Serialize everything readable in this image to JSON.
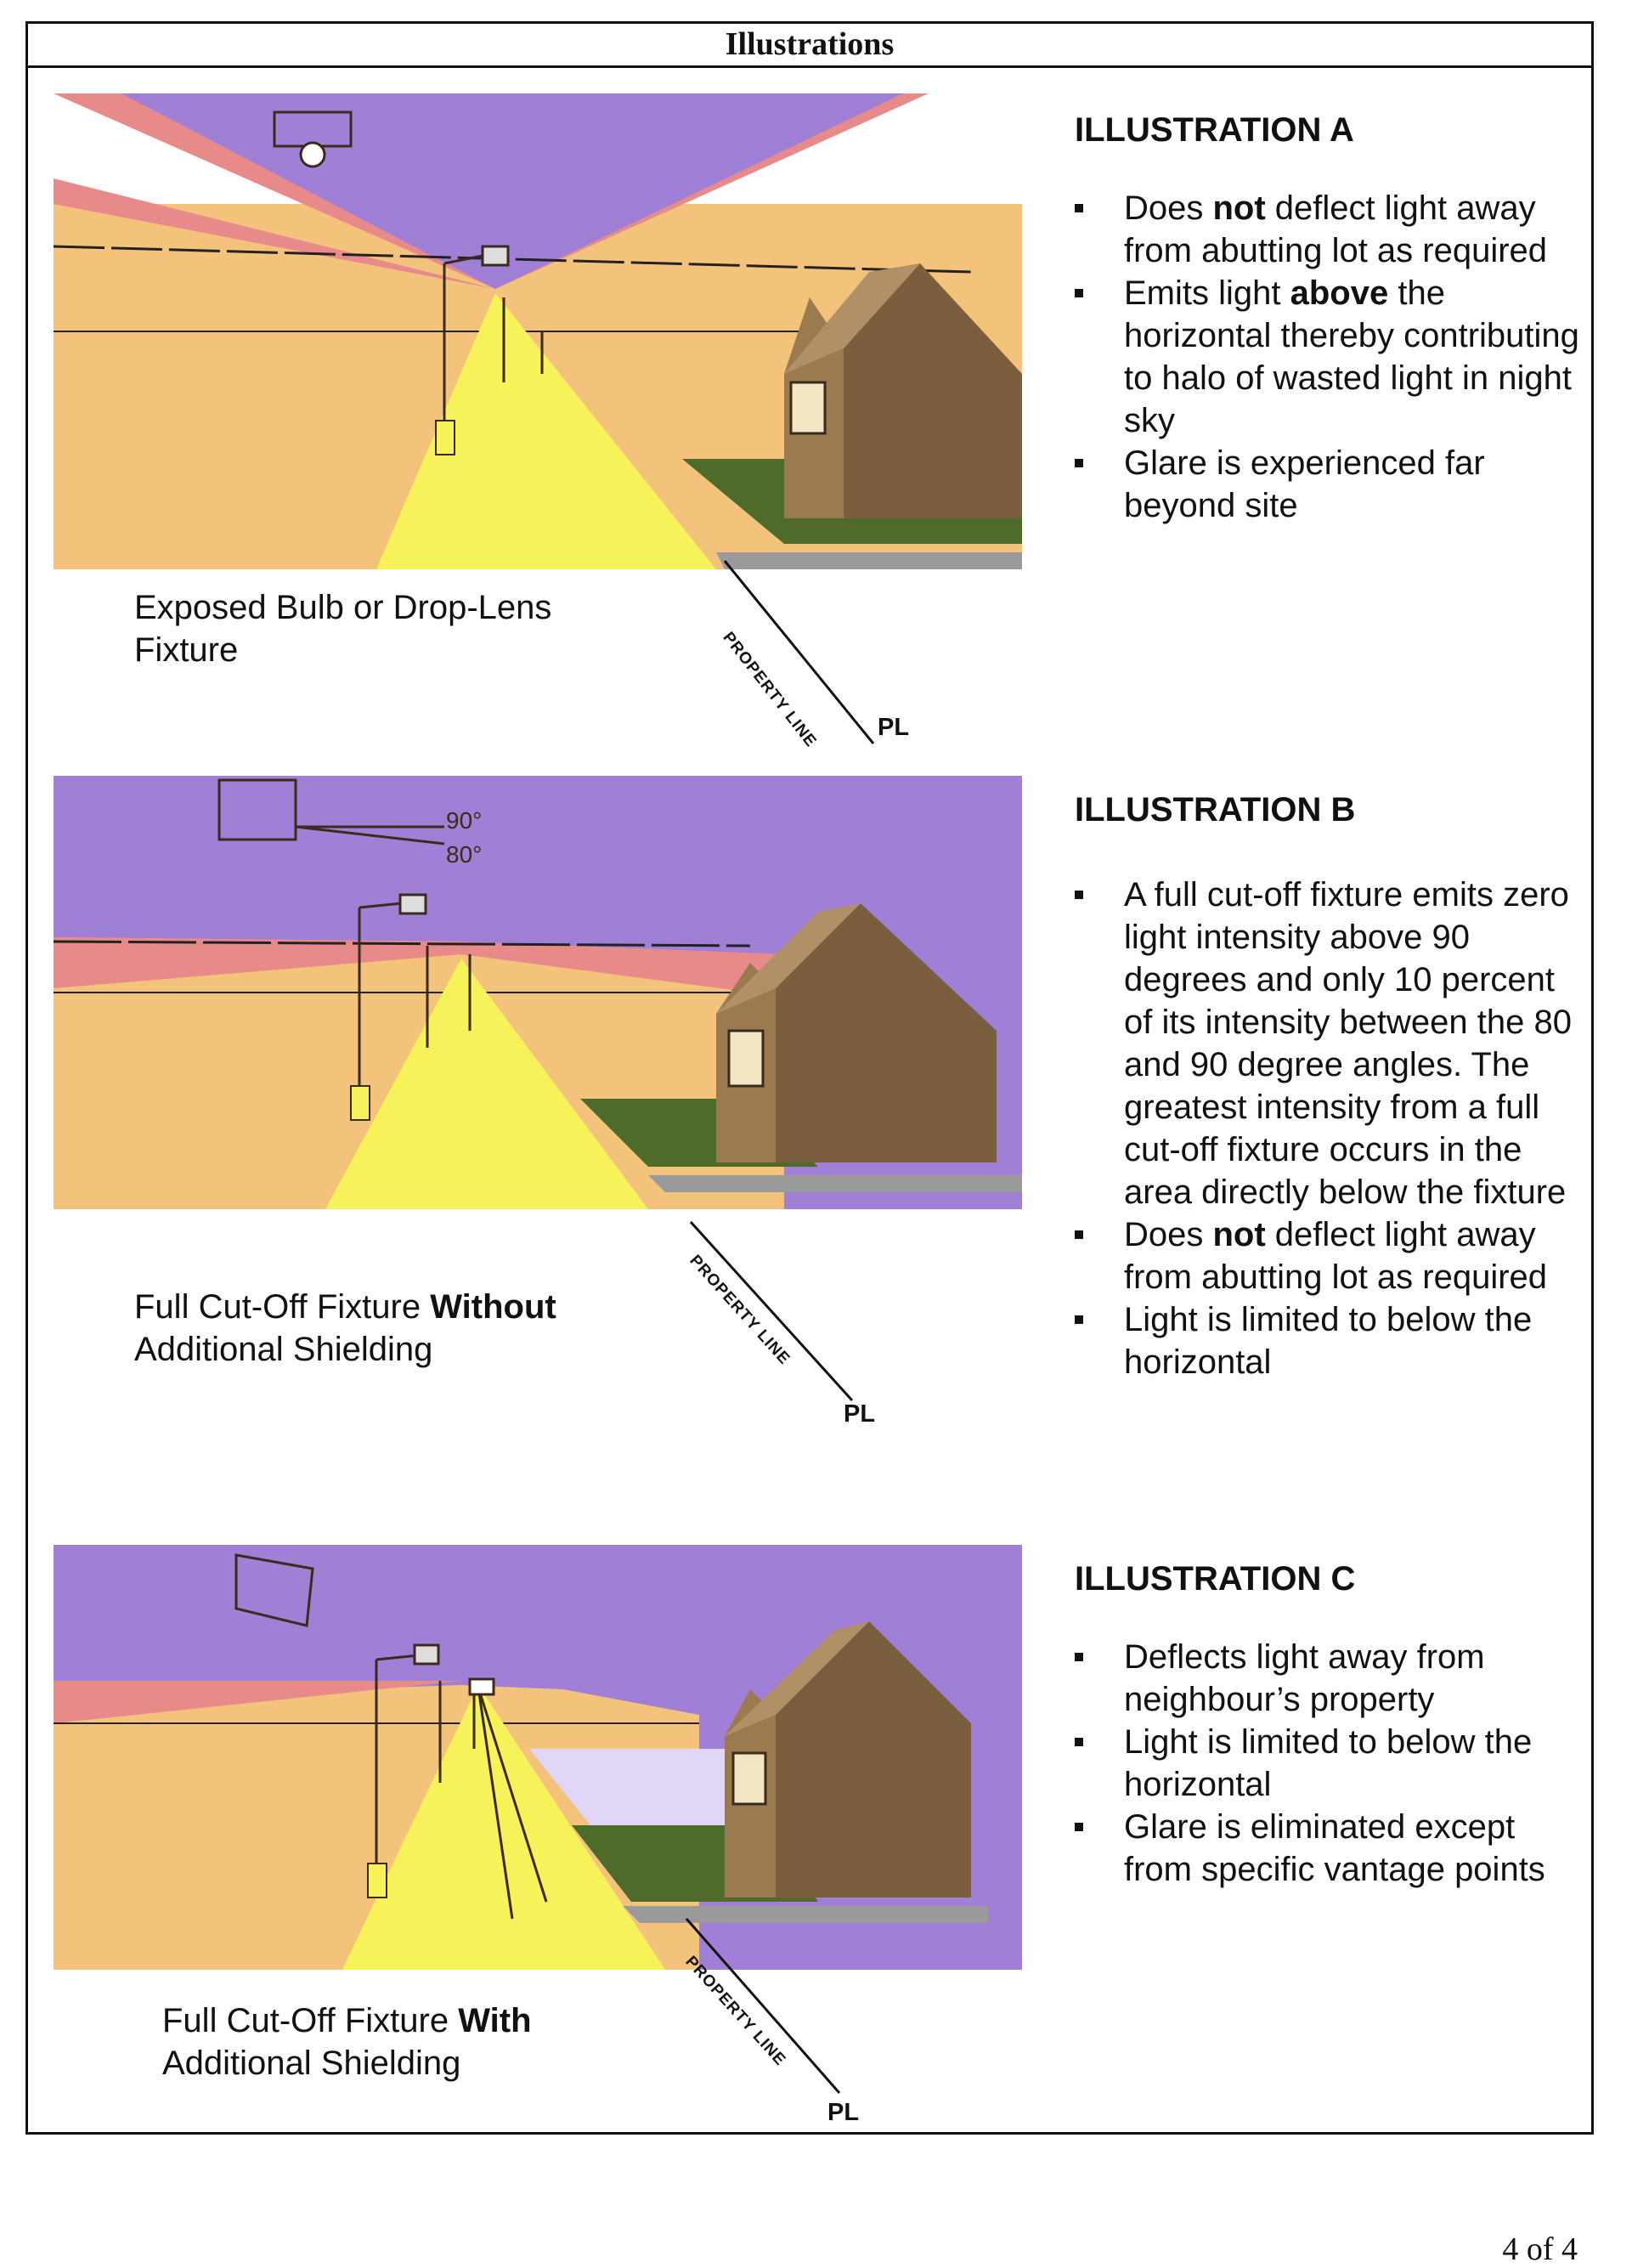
{
  "header": {
    "title": "Illustrations"
  },
  "panels": [
    {
      "heading": "ILLUSTRATION A",
      "caption_line1": "Exposed Bulb or Drop-Lens",
      "caption_line2": "Fixture",
      "property_line_label": "PROPERTY LINE",
      "pl_label": "PL",
      "bullets": [
        {
          "pre": "Does ",
          "bold": "not",
          "post": " deflect light away from abutting lot as required"
        },
        {
          "pre": "Emits light ",
          "bold": "above",
          "post": " the horizontal thereby contributing to halo of wasted light in night sky"
        },
        {
          "pre": "Glare is experienced far beyond site",
          "bold": "",
          "post": ""
        }
      ]
    },
    {
      "heading": "ILLUSTRATION B",
      "caption_pre": "Full Cut-Off Fixture ",
      "caption_bold": "Without",
      "caption_line2": "Additional Shielding",
      "angle_90": "90°",
      "angle_80": "80°",
      "property_line_label": "PROPERTY LINE",
      "pl_label": "PL",
      "bullets": [
        {
          "pre": "A full cut-off fixture emits zero light intensity above 90 degrees and only 10 percent of its intensity between the 80 and 90 degree angles.  The greatest intensity from a full cut-off fixture occurs in the area directly below the fixture",
          "bold": "",
          "post": ""
        },
        {
          "pre": "Does ",
          "bold": "not",
          "post": " deflect light away from abutting lot as required"
        },
        {
          "pre": "Light is limited to below the horizontal",
          "bold": "",
          "post": ""
        }
      ]
    },
    {
      "heading": "ILLUSTRATION C",
      "caption_pre": "Full Cut-Off Fixture ",
      "caption_bold": "With",
      "caption_line2": "Additional Shielding",
      "property_line_label": "PROPERTY LINE",
      "pl_label": "PL",
      "bullets": [
        {
          "pre": "Deflects light away from neighbour’s property",
          "bold": "",
          "post": ""
        },
        {
          "pre": "Light is limited to below the horizontal",
          "bold": "",
          "post": ""
        },
        {
          "pre": "Glare is eliminated except from specific vantage points",
          "bold": "",
          "post": ""
        }
      ]
    }
  ],
  "footer": {
    "page": "4 of 4"
  },
  "colors": {
    "sky": "#a07fd6",
    "glare": "#e88a8a",
    "ground": "#f3c27b",
    "light": "#f6f35a",
    "house": "#7a5e3e",
    "lawn": "#4f6b2a"
  }
}
